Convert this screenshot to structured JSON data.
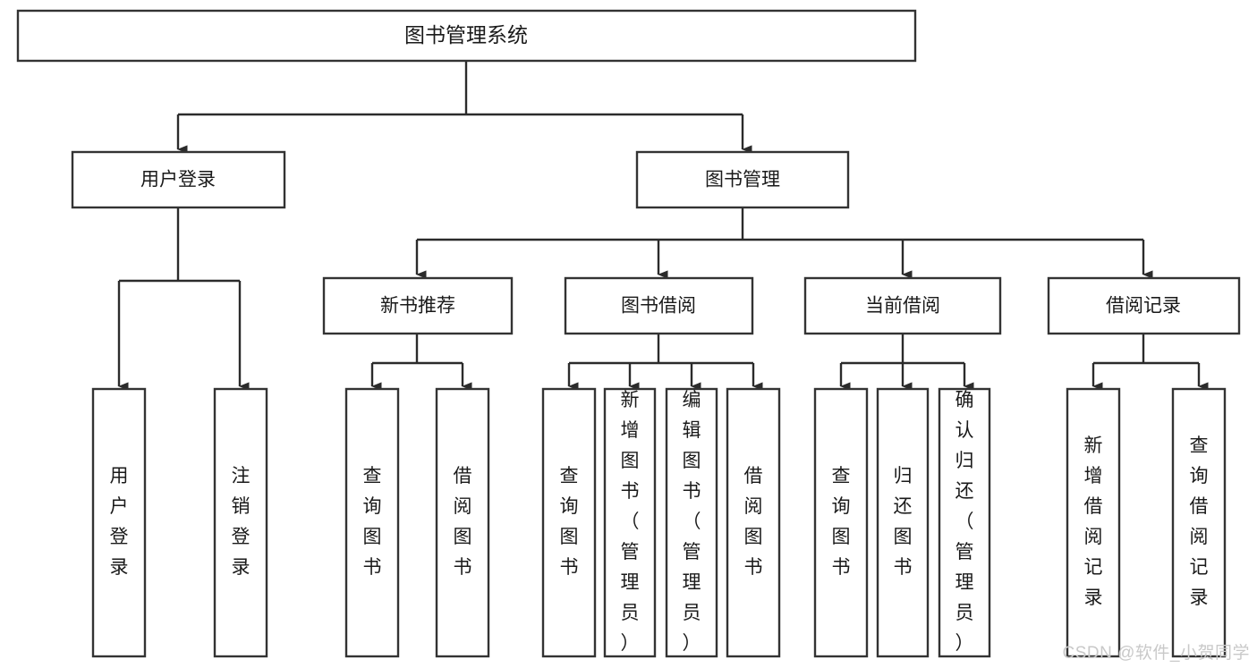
{
  "diagram": {
    "type": "tree",
    "title": "图书管理系统",
    "watermark": "CSDN @软件_小贺同学",
    "colors": {
      "box_stroke": "#333333",
      "box_fill": "#ffffff",
      "connector": "#2b2b2b",
      "text": "#1a1a1a",
      "watermark": "#c9c9c9",
      "background": "#ffffff"
    },
    "levels": [
      {
        "level": 1,
        "nodes": [
          {
            "id": "root",
            "label": "图书管理系统",
            "orientation": "horizontal"
          }
        ]
      },
      {
        "level": 2,
        "nodes": [
          {
            "id": "user-login",
            "label": "用户登录",
            "parent": "root",
            "orientation": "horizontal"
          },
          {
            "id": "book-manage",
            "label": "图书管理",
            "parent": "root",
            "orientation": "horizontal"
          }
        ]
      },
      {
        "level": 3,
        "nodes": [
          {
            "id": "new-book-recommend",
            "label": "新书推荐",
            "parent": "book-manage",
            "orientation": "horizontal"
          },
          {
            "id": "book-borrow",
            "label": "图书借阅",
            "parent": "book-manage",
            "orientation": "horizontal"
          },
          {
            "id": "current-borrow",
            "label": "当前借阅",
            "parent": "book-manage",
            "orientation": "horizontal"
          },
          {
            "id": "borrow-record",
            "label": "借阅记录",
            "parent": "book-manage",
            "orientation": "horizontal"
          }
        ]
      },
      {
        "level": 4,
        "nodes": [
          {
            "id": "leaf-user-login",
            "label": "用户登录",
            "parent": "user-login",
            "orientation": "vertical"
          },
          {
            "id": "leaf-logout",
            "label": "注销登录",
            "parent": "user-login",
            "orientation": "vertical"
          },
          {
            "id": "leaf-query-book-1",
            "label": "查询图书",
            "parent": "new-book-recommend",
            "orientation": "vertical"
          },
          {
            "id": "leaf-borrow-book-1",
            "label": "借阅图书",
            "parent": "new-book-recommend",
            "orientation": "vertical"
          },
          {
            "id": "leaf-query-book-2",
            "label": "查询图书",
            "parent": "book-borrow",
            "orientation": "vertical"
          },
          {
            "id": "leaf-add-book",
            "label": "新增图书（管理员）",
            "parent": "book-borrow",
            "orientation": "vertical"
          },
          {
            "id": "leaf-edit-book",
            "label": "编辑图书（管理员）",
            "parent": "book-borrow",
            "orientation": "vertical"
          },
          {
            "id": "leaf-borrow-book-2",
            "label": "借阅图书",
            "parent": "book-borrow",
            "orientation": "vertical"
          },
          {
            "id": "leaf-query-book-3",
            "label": "查询图书",
            "parent": "current-borrow",
            "orientation": "vertical"
          },
          {
            "id": "leaf-return-book",
            "label": "归还图书",
            "parent": "current-borrow",
            "orientation": "vertical"
          },
          {
            "id": "leaf-confirm-return",
            "label": "确认归还（管理员）",
            "parent": "current-borrow",
            "orientation": "vertical"
          },
          {
            "id": "leaf-add-record",
            "label": "新增借阅记录",
            "parent": "borrow-record",
            "orientation": "vertical"
          },
          {
            "id": "leaf-query-record",
            "label": "查询借阅记录",
            "parent": "borrow-record",
            "orientation": "vertical"
          }
        ]
      }
    ]
  }
}
